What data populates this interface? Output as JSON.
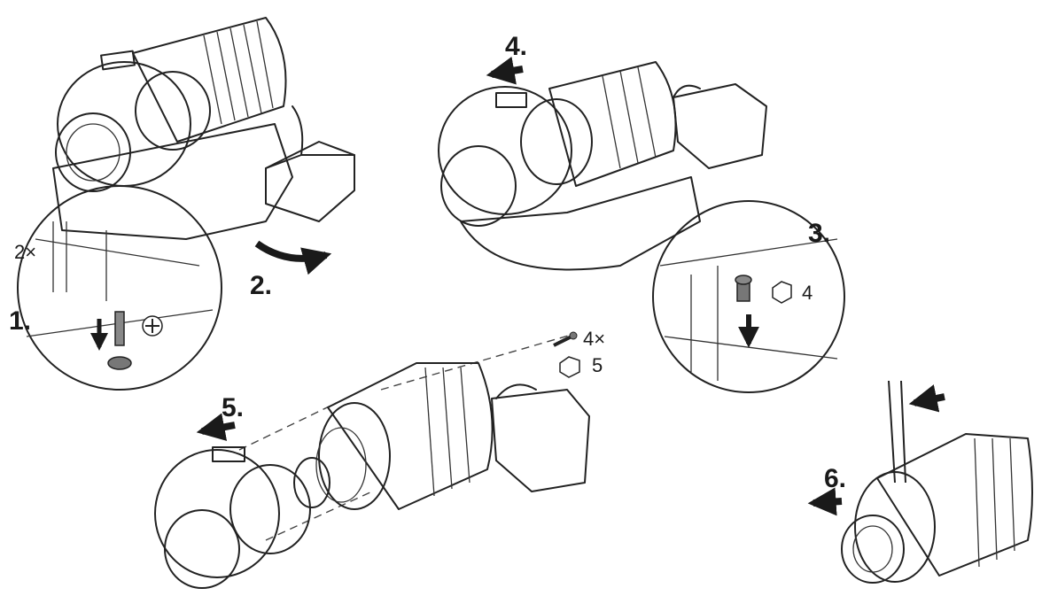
{
  "steps": {
    "s1": "1.",
    "s2": "2.",
    "s3": "3.",
    "s4": "4.",
    "s5": "5.",
    "s6": "6."
  },
  "quantities": {
    "screws_2x": "2×",
    "screws_4x": "4×",
    "tool_4": "4",
    "tool_5": "5"
  },
  "colors": {
    "gray_part": "#7a7a7a",
    "dark_part": "#555555",
    "line": "#222222",
    "arrow": "#1a1a1a"
  }
}
